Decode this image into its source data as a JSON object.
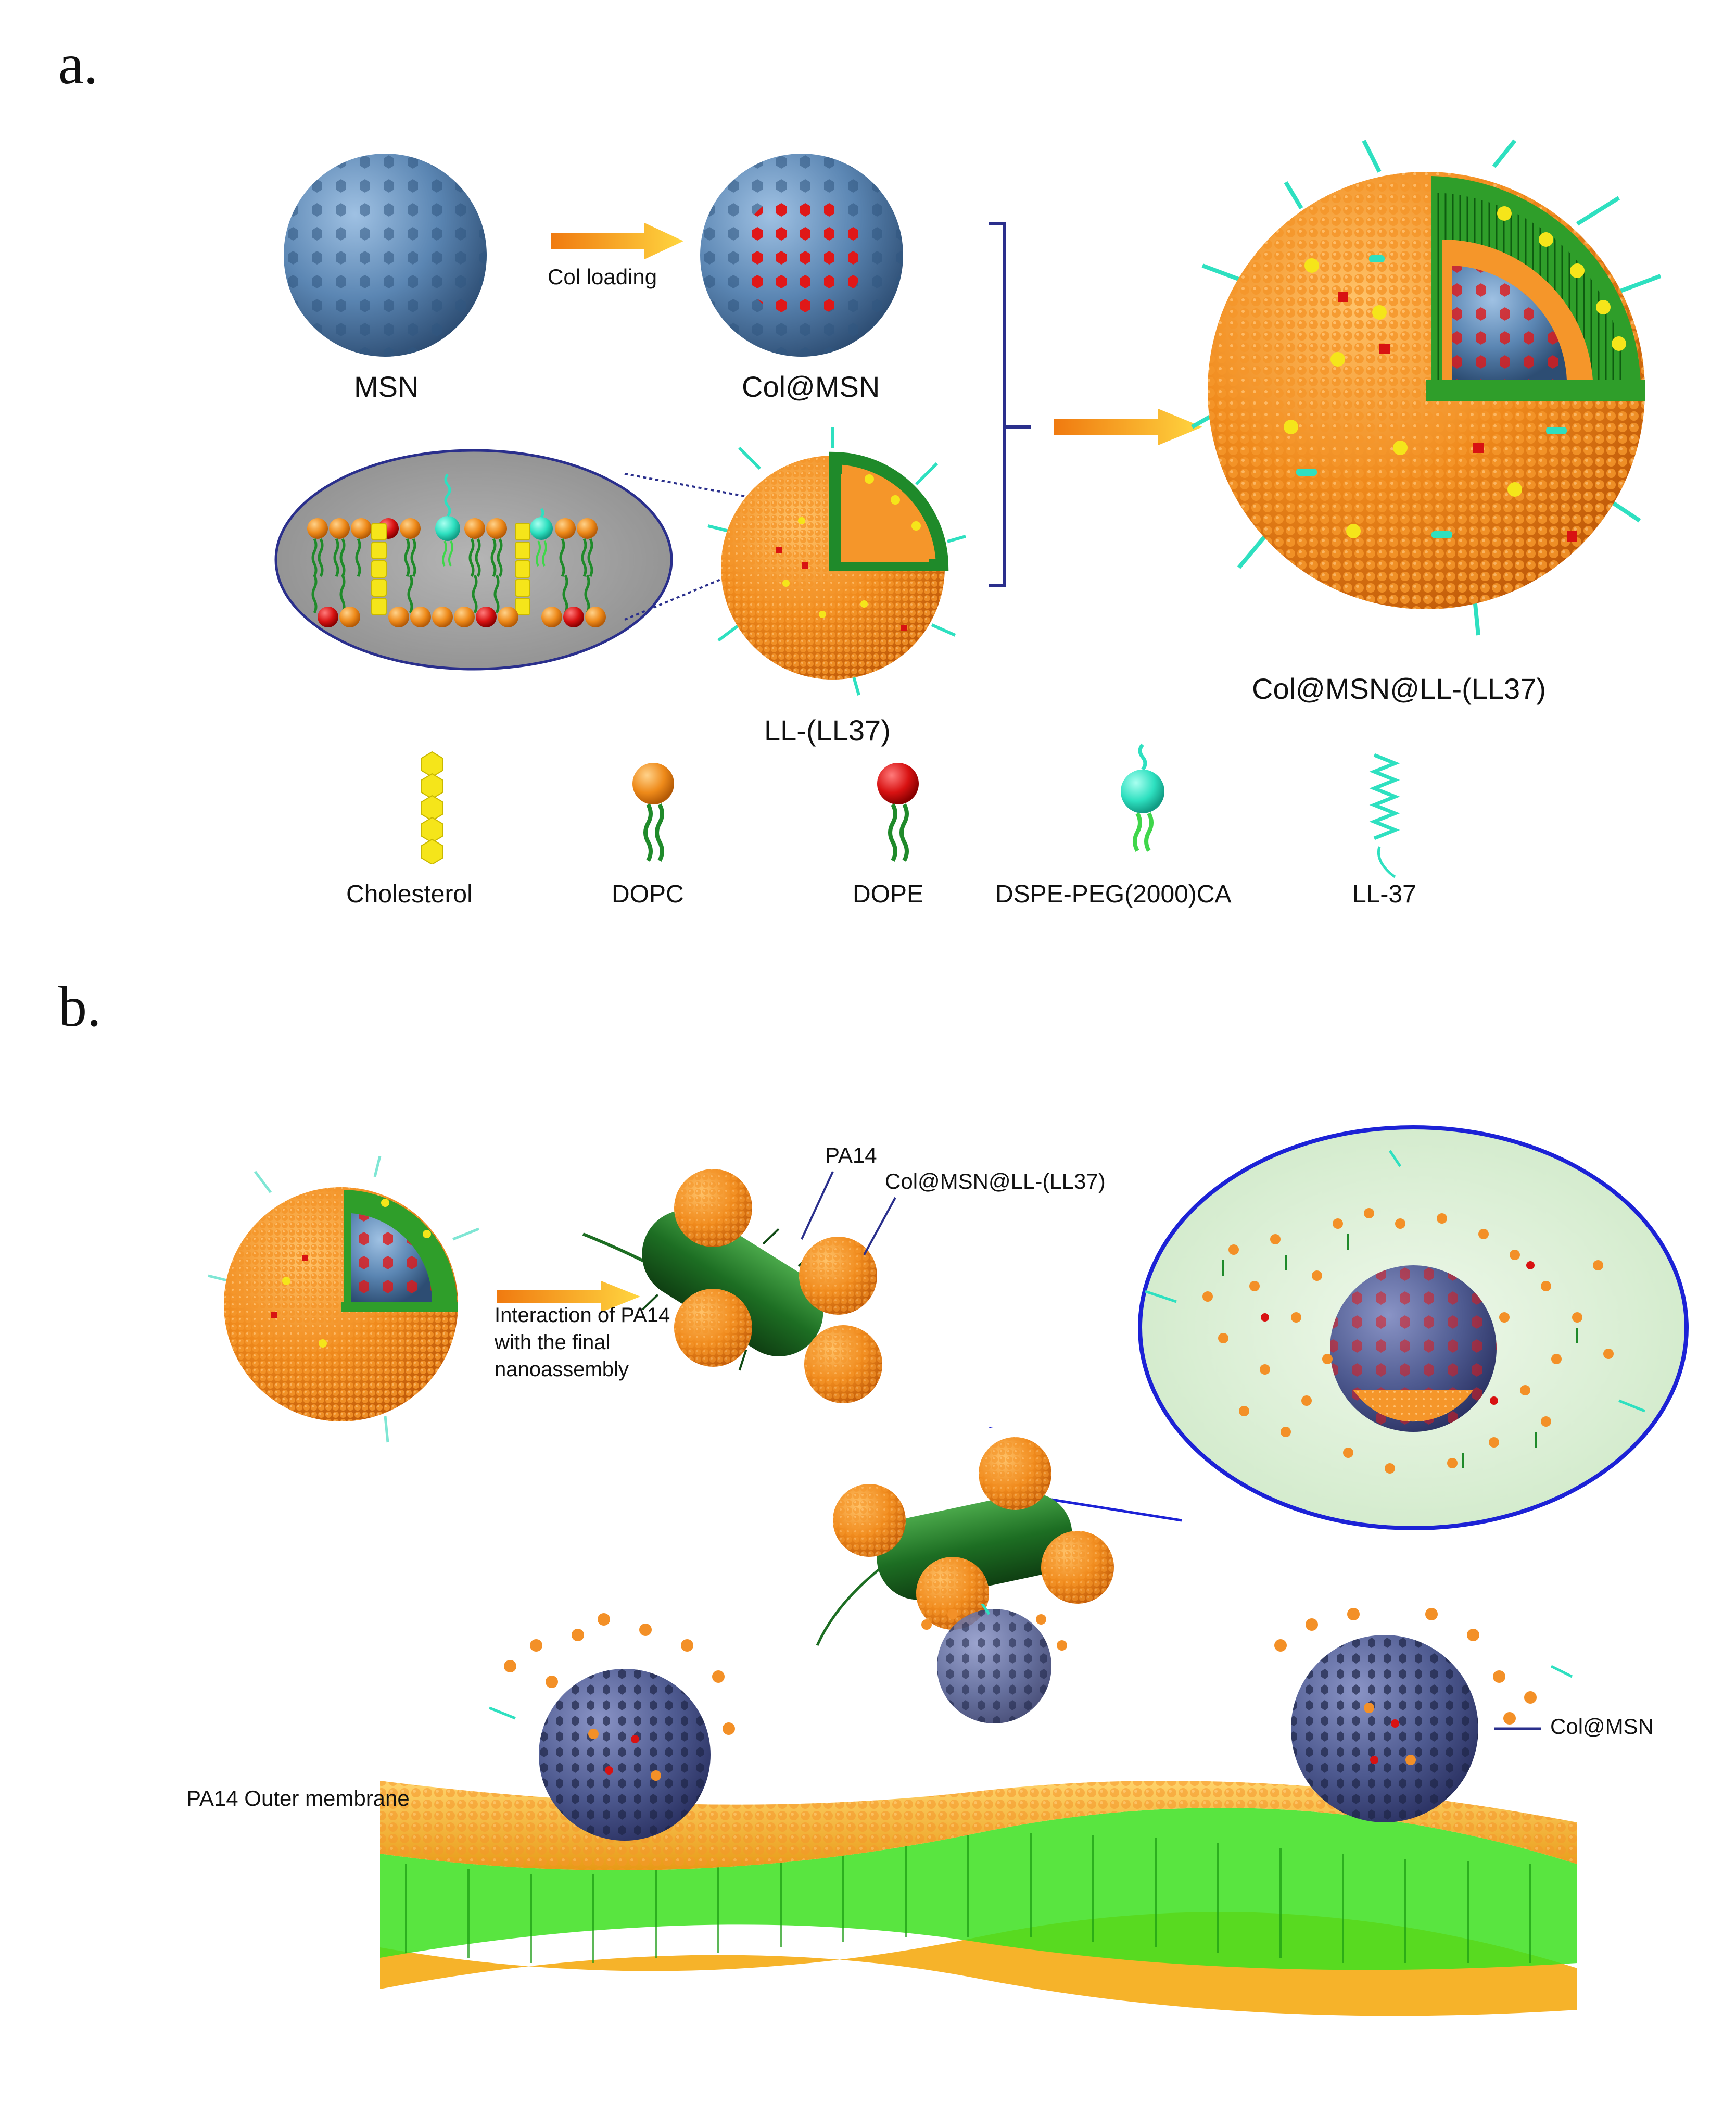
{
  "panel_a": {
    "letter": "a.",
    "msn_label": "MSN",
    "arrow_label": "Col loading",
    "col_msn_label": "Col@MSN",
    "liposome_label": "LL-(LL37)",
    "final_label": "Col@MSN@LL-(LL37)",
    "legend": [
      {
        "label": "Cholesterol"
      },
      {
        "label": "DOPC"
      },
      {
        "label": "DOPE"
      },
      {
        "label": "DSPE-PEG(2000)CA"
      },
      {
        "label": "LL-37"
      }
    ]
  },
  "panel_b": {
    "letter": "b.",
    "step_label": "Interaction of PA14 with the final nanoassembly",
    "pa14_label": "PA14",
    "assembly_label": "Col@MSN@LL-(LL37)",
    "membrane_label": "PA14 Outer membrane",
    "col_msn_label": "Col@MSN"
  },
  "colors": {
    "msn_blue": "#5b86b3",
    "lipid_orange": "#f08a1c",
    "tail_green": "#1f8a2a",
    "cholesterol_yellow": "#f5e51a",
    "dope_red": "#d81212",
    "peg_cyan": "#2ee0c0",
    "bracket_navy": "#2a2f8c",
    "zoom_blue": "#1c22d6",
    "membrane_yellow": "#f6b32a",
    "membrane_tail": "#3ce01e"
  }
}
